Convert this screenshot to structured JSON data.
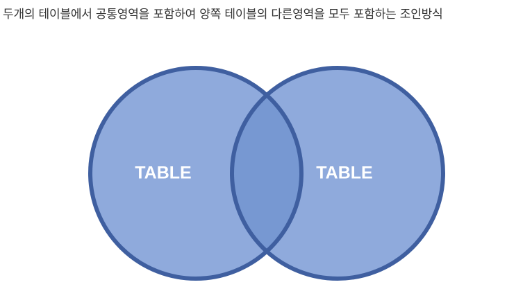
{
  "caption": "두개의 테이블에서 공통영역을 포함하여 양쪽 테이블의 다른영역을 모두 포함하는 조인방식",
  "venn": {
    "left_set_label": "TABLE",
    "right_set_label": "TABLE",
    "colors": {
      "fill": "#8faadc",
      "overlap_fill": "#7798d2",
      "stroke": "#3f5fa0"
    }
  }
}
